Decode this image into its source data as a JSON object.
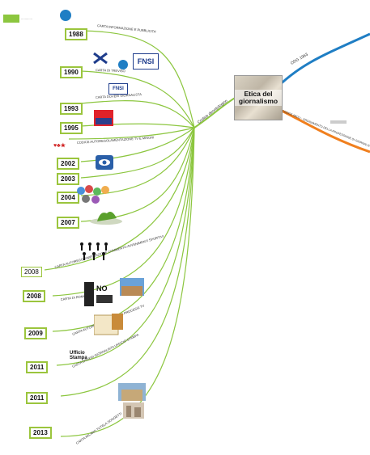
{
  "center": {
    "title": "Etica del giornalismo"
  },
  "hub": {
    "label": "Codice deontologico"
  },
  "right_branches": [
    {
      "label": "ODG 1963",
      "color": "#1f7ec4"
    },
    {
      "label": "CODICE ABOLI - ORDINAMENTO DELLA PROFESSIONE DI GIORNALISTA",
      "color": "#f07f1e"
    }
  ],
  "left_branches": [
    {
      "year": "1988",
      "label": "CARTA INFORMAZIONE E PUBBLICITA'"
    },
    {
      "year": "1990",
      "label": "CARTA DI TREVISO"
    },
    {
      "year": "1993",
      "label": "CARTA DOVERI GIORNALISTA"
    },
    {
      "year": "1995",
      "label": ""
    },
    {
      "year": "",
      "label": "CODICE AUTOREGOLAMENTAZIONE TV E MINORI"
    },
    {
      "year": "2002",
      "label": ""
    },
    {
      "year": "2003",
      "label": ""
    },
    {
      "year": "2004",
      "label": ""
    },
    {
      "year": "2007",
      "label": ""
    },
    {
      "year": "2008",
      "label": "CARTA AUTOREGOLAMENTAZIONE COMMENTO AVVENIMENTI SPORTIVI"
    },
    {
      "year": "2008",
      "label": "CARTA DI ROMA"
    },
    {
      "year": "2009",
      "label": "CARTA AUTOREGOLAMENTAZIONE PROCESSI TV"
    },
    {
      "year": "2011",
      "label": "CARTA DOVERI GIORNALISTA UFFICIO STAMPA"
    },
    {
      "year": "2011",
      "label": ""
    },
    {
      "year": "2013",
      "label": "CARTA MILANO TUTELA SOGGETTI"
    }
  ],
  "logos": {
    "fnsi": "FNSI",
    "no_razzismo": "NO RAZZ",
    "ufficio_stampa": "Ufficio Stampa"
  },
  "colors": {
    "branch": "#8cc63f",
    "year_border": "#9bc53d",
    "green_tag": "#8cc63f"
  }
}
